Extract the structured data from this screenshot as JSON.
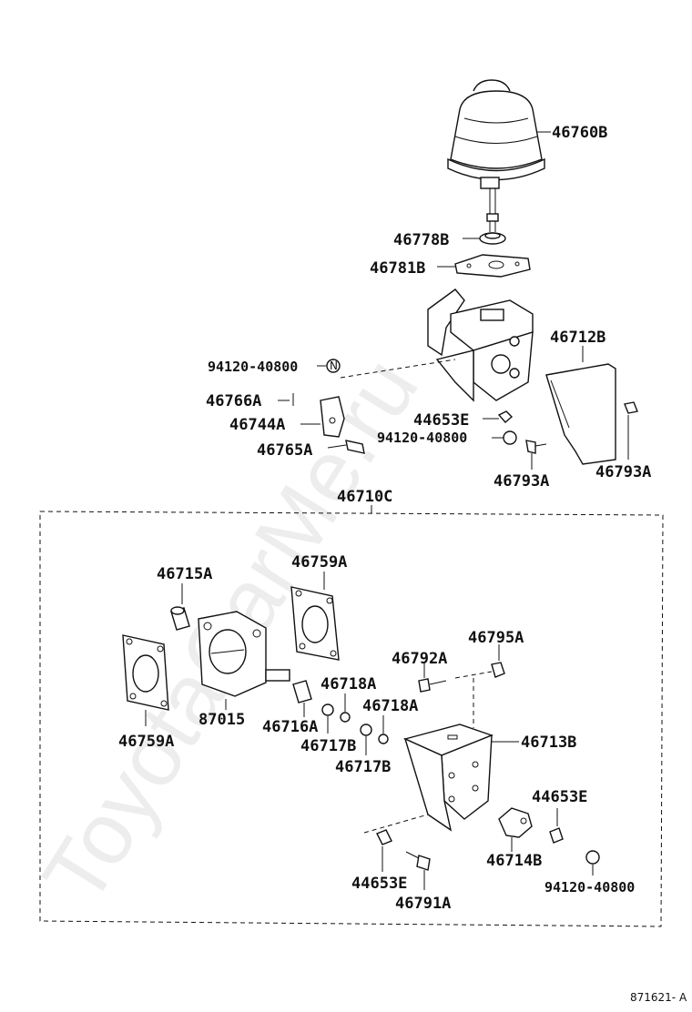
{
  "watermark": "ToyotaCarMe.ru",
  "group_label": "46710C",
  "diagram_code": "871621- A",
  "nut_symbol": "N",
  "labels": {
    "p46760B": "46760B",
    "p46778B": "46778B",
    "p46781B": "46781B",
    "p46712B": "46712B",
    "p94120_1": "94120-40800",
    "p46766A": "46766A",
    "p46744A": "46744A",
    "p46765A": "46765A",
    "p44653E_1": "44653E",
    "p94120_2": "94120-40800",
    "p46793A_1": "46793A",
    "p46793A_2": "46793A",
    "p46715A": "46715A",
    "p46759A_1": "46759A",
    "p46795A": "46795A",
    "p46792A": "46792A",
    "p46718A_1": "46718A",
    "p46718A_2": "46718A",
    "p87015": "87015",
    "p46716A": "46716A",
    "p46759A_2": "46759A",
    "p46717B_1": "46717B",
    "p46717B_2": "46717B",
    "p46713B": "46713B",
    "p44653E_2": "44653E",
    "p46714B": "46714B",
    "p44653E_3": "44653E",
    "p94120_3": "94120-40800",
    "p46791A": "46791A"
  }
}
